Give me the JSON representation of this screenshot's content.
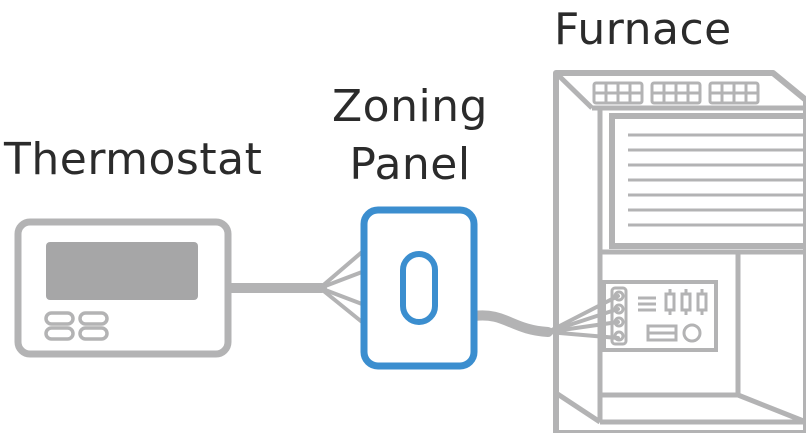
{
  "labels": {
    "thermostat": "Thermostat",
    "zoning_line1": "Zoning",
    "zoning_line2": "Panel",
    "furnace": "Furnace"
  },
  "colors": {
    "device_gray": "#b3b3b4",
    "display_gray": "#a6a6a7",
    "zoning_blue": "#3b8ecf",
    "text": "#2b2b2b"
  },
  "icons": {
    "thermostat": "thermostat-icon",
    "zoning_panel": "zoning-panel-icon",
    "furnace": "furnace-icon"
  }
}
